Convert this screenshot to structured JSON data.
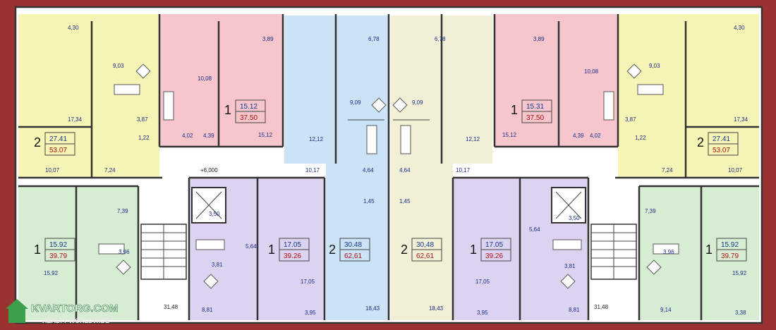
{
  "colors": {
    "frame": "#9b3232",
    "yellow": "#f7f5b5",
    "pink": "#f6c6cc",
    "blue": "#cce2f6",
    "cream": "#f1f0d6",
    "purple": "#dcd3f1",
    "green": "#d7edd3",
    "corridor": "#ffffff",
    "label": "#1a2a88",
    "total": "#b01010"
  },
  "level_mark": "+6,000",
  "apartments": [
    {
      "id": "top-left-yellow",
      "rooms": "2",
      "living": "27.41",
      "total": "53.07"
    },
    {
      "id": "top-left-pink",
      "rooms": "1",
      "living": "15.12",
      "total": "37.50"
    },
    {
      "id": "top-right-pink",
      "rooms": "1",
      "living": "15.31",
      "total": "37.50"
    },
    {
      "id": "top-right-yellow",
      "rooms": "2",
      "living": "27.41",
      "total": "53.07"
    },
    {
      "id": "bottom-left-green",
      "rooms": "1",
      "living": "15.92",
      "total": "39.79"
    },
    {
      "id": "bottom-left-purple",
      "rooms": "1",
      "living": "17.05",
      "total": "39.26"
    },
    {
      "id": "center-blue",
      "rooms": "2",
      "living": "30.48",
      "total": "62,61"
    },
    {
      "id": "center-cream",
      "rooms": "2",
      "living": "30,48",
      "total": "62,61"
    },
    {
      "id": "bottom-right-purple",
      "rooms": "1",
      "living": "17.05",
      "total": "39.26"
    },
    {
      "id": "bottom-right-green",
      "rooms": "1",
      "living": "15.92",
      "total": "39.79"
    }
  ],
  "area_labels": [
    "4,30",
    "9,03",
    "17,34",
    "3,87",
    "1,22",
    "10,07",
    "7,24",
    "3,89",
    "10,08",
    "4,02",
    "4,39",
    "15,12",
    "6,78",
    "12,12",
    "9,09",
    "4,64",
    "10,17",
    "1,45",
    "6,78",
    "9,09",
    "4,64",
    "12,12",
    "10,17",
    "1,45",
    "3,89",
    "10,08",
    "15,12",
    "4,39",
    "4,02",
    "4,30",
    "9,03",
    "17,34",
    "3,87",
    "1,22",
    "7,24",
    "10,07",
    "7,39",
    "3,96",
    "15,92",
    "3,50",
    "5,64",
    "3,81",
    "17,05",
    "8,81",
    "3,95",
    "31,48",
    "18,43",
    "18,43",
    "17,05",
    "3,95",
    "5,64",
    "3,50",
    "3,81",
    "8,81",
    "31,48",
    "7,39",
    "3,96",
    "15,92",
    "9,14",
    "3,38"
  ],
  "watermark": {
    "brand": "KVARTORG.COM",
    "tagline": "REALTY WORLDWIDE"
  }
}
